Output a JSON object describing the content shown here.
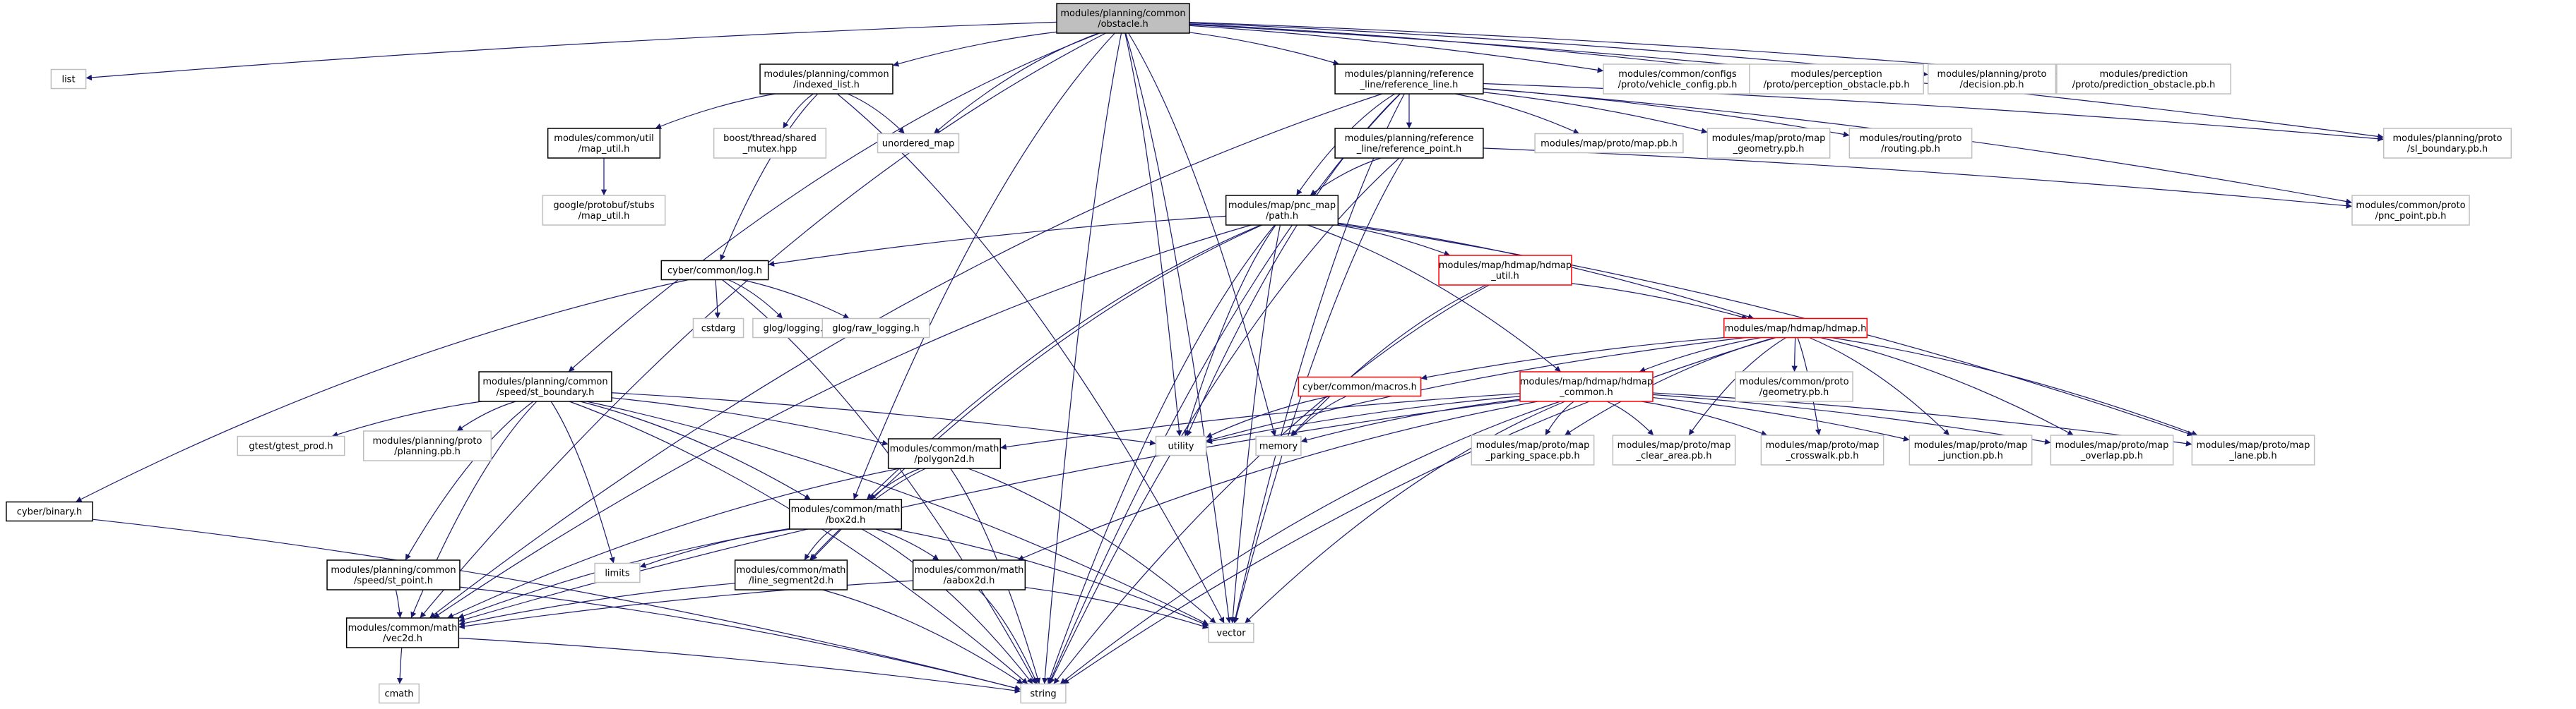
{
  "colors": {
    "edge": "#191970",
    "root_fill": "#bfbfbf",
    "node_border": "#000000",
    "sys_border": "#bfbfbf",
    "red_border": "#ff0000",
    "text": "#000000"
  },
  "nodes": [
    {
      "id": "obstacle",
      "lines": [
        "modules/planning/common",
        "/obstacle.h"
      ],
      "style": "root"
    },
    {
      "id": "list",
      "lines": [
        "list"
      ],
      "style": "sys"
    },
    {
      "id": "indexed_list",
      "lines": [
        "modules/planning/common",
        "/indexed_list.h"
      ],
      "style": "node"
    },
    {
      "id": "unordered_map",
      "lines": [
        "unordered_map"
      ],
      "style": "sys"
    },
    {
      "id": "utility",
      "lines": [
        "utility"
      ],
      "style": "sys"
    },
    {
      "id": "memory",
      "lines": [
        "memory"
      ],
      "style": "sys"
    },
    {
      "id": "reference_line",
      "lines": [
        "modules/planning/reference",
        "_line/reference_line.h"
      ],
      "style": "node"
    },
    {
      "id": "vehicle_config",
      "lines": [
        "modules/common/configs",
        "/proto/vehicle_config.pb.h"
      ],
      "style": "sys"
    },
    {
      "id": "perception_obstacle",
      "lines": [
        "modules/perception",
        "/proto/perception_obstacle.pb.h"
      ],
      "style": "sys"
    },
    {
      "id": "decision",
      "lines": [
        "modules/planning/proto",
        "/decision.pb.h"
      ],
      "style": "sys"
    },
    {
      "id": "prediction_obstacle",
      "lines": [
        "modules/prediction",
        "/proto/prediction_obstacle.pb.h"
      ],
      "style": "sys"
    },
    {
      "id": "map_util",
      "lines": [
        "modules/common/util",
        "/map_util.h"
      ],
      "style": "node"
    },
    {
      "id": "shared_mutex",
      "lines": [
        "boost/thread/shared",
        "_mutex.hpp"
      ],
      "style": "sys"
    },
    {
      "id": "protobuf_map_util",
      "lines": [
        "google/protobuf/stubs",
        "/map_util.h"
      ],
      "style": "sys"
    },
    {
      "id": "map_pb",
      "lines": [
        "modules/map/proto/map.pb.h"
      ],
      "style": "sys"
    },
    {
      "id": "map_geometry",
      "lines": [
        "modules/map/proto/map",
        "_geometry.pb.h"
      ],
      "style": "sys"
    },
    {
      "id": "routing",
      "lines": [
        "modules/routing/proto",
        "/routing.pb.h"
      ],
      "style": "sys"
    },
    {
      "id": "sl_boundary",
      "lines": [
        "modules/planning/proto",
        "/sl_boundary.pb.h"
      ],
      "style": "sys"
    },
    {
      "id": "reference_point",
      "lines": [
        "modules/planning/reference",
        "_line/reference_point.h"
      ],
      "style": "node"
    },
    {
      "id": "pnc_point",
      "lines": [
        "modules/common/proto",
        "/pnc_point.pb.h"
      ],
      "style": "sys"
    },
    {
      "id": "path",
      "lines": [
        "modules/map/pnc_map",
        "/path.h"
      ],
      "style": "node"
    },
    {
      "id": "log",
      "lines": [
        "cyber/common/log.h"
      ],
      "style": "node"
    },
    {
      "id": "hdmap_util",
      "lines": [
        "modules/map/hdmap/hdmap",
        "_util.h"
      ],
      "style": "red"
    },
    {
      "id": "cstdarg",
      "lines": [
        "cstdarg"
      ],
      "style": "sys"
    },
    {
      "id": "glog_logging",
      "lines": [
        "glog/logging.h"
      ],
      "style": "sys"
    },
    {
      "id": "glog_raw",
      "lines": [
        "glog/raw_logging.h"
      ],
      "style": "sys"
    },
    {
      "id": "hdmap",
      "lines": [
        "modules/map/hdmap/hdmap.h"
      ],
      "style": "red"
    },
    {
      "id": "st_boundary",
      "lines": [
        "modules/planning/common",
        "/speed/st_boundary.h"
      ],
      "style": "node"
    },
    {
      "id": "macros",
      "lines": [
        "cyber/common/macros.h"
      ],
      "style": "red"
    },
    {
      "id": "hdmap_common",
      "lines": [
        "modules/map/hdmap/hdmap",
        "_common.h"
      ],
      "style": "red"
    },
    {
      "id": "common_geometry",
      "lines": [
        "modules/common/proto",
        "/geometry.pb.h"
      ],
      "style": "sys"
    },
    {
      "id": "gtest",
      "lines": [
        "gtest/gtest_prod.h"
      ],
      "style": "sys"
    },
    {
      "id": "planning_pb",
      "lines": [
        "modules/planning/proto",
        "/planning.pb.h"
      ],
      "style": "sys"
    },
    {
      "id": "polygon2d",
      "lines": [
        "modules/common/math",
        "/polygon2d.h"
      ],
      "style": "node"
    },
    {
      "id": "parking_space",
      "lines": [
        "modules/map/proto/map",
        "_parking_space.pb.h"
      ],
      "style": "sys"
    },
    {
      "id": "clear_area",
      "lines": [
        "modules/map/proto/map",
        "_clear_area.pb.h"
      ],
      "style": "sys"
    },
    {
      "id": "crosswalk",
      "lines": [
        "modules/map/proto/map",
        "_crosswalk.pb.h"
      ],
      "style": "sys"
    },
    {
      "id": "junction",
      "lines": [
        "modules/map/proto/map",
        "_junction.pb.h"
      ],
      "style": "sys"
    },
    {
      "id": "overlap",
      "lines": [
        "modules/map/proto/map",
        "_overlap.pb.h"
      ],
      "style": "sys"
    },
    {
      "id": "lane",
      "lines": [
        "modules/map/proto/map",
        "_lane.pb.h"
      ],
      "style": "sys"
    },
    {
      "id": "binary",
      "lines": [
        "cyber/binary.h"
      ],
      "style": "node"
    },
    {
      "id": "box2d",
      "lines": [
        "modules/common/math",
        "/box2d.h"
      ],
      "style": "node"
    },
    {
      "id": "limits",
      "lines": [
        "limits"
      ],
      "style": "sys"
    },
    {
      "id": "st_point",
      "lines": [
        "modules/planning/common",
        "/speed/st_point.h"
      ],
      "style": "node"
    },
    {
      "id": "line_segment2d",
      "lines": [
        "modules/common/math",
        "/line_segment2d.h"
      ],
      "style": "node"
    },
    {
      "id": "aabox2d",
      "lines": [
        "modules/common/math",
        "/aabox2d.h"
      ],
      "style": "node"
    },
    {
      "id": "vector",
      "lines": [
        "vector"
      ],
      "style": "sys"
    },
    {
      "id": "vec2d",
      "lines": [
        "modules/common/math",
        "/vec2d.h"
      ],
      "style": "node"
    },
    {
      "id": "cmath",
      "lines": [
        "cmath"
      ],
      "style": "sys"
    },
    {
      "id": "string",
      "lines": [
        "string"
      ],
      "style": "sys"
    }
  ],
  "edges": [
    [
      "obstacle",
      "list"
    ],
    [
      "obstacle",
      "indexed_list"
    ],
    [
      "obstacle",
      "unordered_map"
    ],
    [
      "obstacle",
      "utility"
    ],
    [
      "obstacle",
      "memory"
    ],
    [
      "obstacle",
      "reference_line"
    ],
    [
      "obstacle",
      "vehicle_config"
    ],
    [
      "obstacle",
      "perception_obstacle"
    ],
    [
      "obstacle",
      "decision"
    ],
    [
      "obstacle",
      "prediction_obstacle"
    ],
    [
      "obstacle",
      "sl_boundary"
    ],
    [
      "obstacle",
      "st_boundary"
    ],
    [
      "obstacle",
      "box2d"
    ],
    [
      "obstacle",
      "vec2d"
    ],
    [
      "obstacle",
      "vector"
    ],
    [
      "obstacle",
      "string"
    ],
    [
      "indexed_list",
      "map_util"
    ],
    [
      "indexed_list",
      "shared_mutex"
    ],
    [
      "indexed_list",
      "unordered_map"
    ],
    [
      "indexed_list",
      "log"
    ],
    [
      "indexed_list",
      "vector"
    ],
    [
      "map_util",
      "protobuf_map_util"
    ],
    [
      "reference_line",
      "map_pb"
    ],
    [
      "reference_line",
      "map_geometry"
    ],
    [
      "reference_line",
      "routing"
    ],
    [
      "reference_line",
      "sl_boundary"
    ],
    [
      "reference_line",
      "reference_point"
    ],
    [
      "reference_line",
      "path"
    ],
    [
      "reference_line",
      "utility"
    ],
    [
      "reference_line",
      "vector"
    ],
    [
      "reference_line",
      "vec2d"
    ],
    [
      "reference_line",
      "pnc_point"
    ],
    [
      "reference_line",
      "string"
    ],
    [
      "reference_point",
      "path"
    ],
    [
      "reference_point",
      "pnc_point"
    ],
    [
      "reference_point",
      "vector"
    ],
    [
      "reference_point",
      "string"
    ],
    [
      "path",
      "log"
    ],
    [
      "path",
      "hdmap_util"
    ],
    [
      "path",
      "hdmap"
    ],
    [
      "path",
      "hdmap_common"
    ],
    [
      "path",
      "utility"
    ],
    [
      "path",
      "vector"
    ],
    [
      "path",
      "string"
    ],
    [
      "path",
      "lane"
    ],
    [
      "path",
      "box2d"
    ],
    [
      "path",
      "line_segment2d"
    ],
    [
      "path",
      "vec2d"
    ],
    [
      "log",
      "cstdarg"
    ],
    [
      "log",
      "glog_logging"
    ],
    [
      "log",
      "glog_raw"
    ],
    [
      "log",
      "binary"
    ],
    [
      "log",
      "string"
    ],
    [
      "hdmap_util",
      "hdmap"
    ],
    [
      "hdmap_util",
      "memory"
    ],
    [
      "hdmap_util",
      "string"
    ],
    [
      "hdmap",
      "macros"
    ],
    [
      "hdmap",
      "hdmap_common"
    ],
    [
      "hdmap",
      "common_geometry"
    ],
    [
      "hdmap",
      "utility"
    ],
    [
      "hdmap",
      "parking_space"
    ],
    [
      "hdmap",
      "clear_area"
    ],
    [
      "hdmap",
      "crosswalk"
    ],
    [
      "hdmap",
      "junction"
    ],
    [
      "hdmap",
      "overlap"
    ],
    [
      "hdmap",
      "lane"
    ],
    [
      "hdmap",
      "string"
    ],
    [
      "macros",
      "memory"
    ],
    [
      "macros",
      "utility"
    ],
    [
      "hdmap_common",
      "memory"
    ],
    [
      "hdmap_common",
      "utility"
    ],
    [
      "hdmap_common",
      "parking_space"
    ],
    [
      "hdmap_common",
      "clear_area"
    ],
    [
      "hdmap_common",
      "crosswalk"
    ],
    [
      "hdmap_common",
      "junction"
    ],
    [
      "hdmap_common",
      "overlap"
    ],
    [
      "hdmap_common",
      "lane"
    ],
    [
      "hdmap_common",
      "polygon2d"
    ],
    [
      "hdmap_common",
      "aabox2d"
    ],
    [
      "hdmap_common",
      "vec2d"
    ],
    [
      "hdmap_common",
      "vector"
    ],
    [
      "hdmap_common",
      "string"
    ],
    [
      "st_boundary",
      "gtest"
    ],
    [
      "st_boundary",
      "planning_pb"
    ],
    [
      "st_boundary",
      "polygon2d"
    ],
    [
      "st_boundary",
      "box2d"
    ],
    [
      "st_boundary",
      "st_point"
    ],
    [
      "st_boundary",
      "vec2d"
    ],
    [
      "st_boundary",
      "limits"
    ],
    [
      "st_boundary",
      "utility"
    ],
    [
      "st_boundary",
      "vector"
    ],
    [
      "st_boundary",
      "string"
    ],
    [
      "polygon2d",
      "box2d"
    ],
    [
      "polygon2d",
      "line_segment2d"
    ],
    [
      "polygon2d",
      "vec2d"
    ],
    [
      "polygon2d",
      "vector"
    ],
    [
      "polygon2d",
      "string"
    ],
    [
      "box2d",
      "line_segment2d"
    ],
    [
      "box2d",
      "aabox2d"
    ],
    [
      "box2d",
      "vec2d"
    ],
    [
      "box2d",
      "limits"
    ],
    [
      "box2d",
      "vector"
    ],
    [
      "box2d",
      "string"
    ],
    [
      "st_point",
      "vec2d"
    ],
    [
      "st_point",
      "string"
    ],
    [
      "line_segment2d",
      "vec2d"
    ],
    [
      "line_segment2d",
      "string"
    ],
    [
      "aabox2d",
      "vec2d"
    ],
    [
      "aabox2d",
      "vector"
    ],
    [
      "aabox2d",
      "string"
    ],
    [
      "vec2d",
      "cmath"
    ],
    [
      "vec2d",
      "string"
    ],
    [
      "binary",
      "string"
    ]
  ]
}
